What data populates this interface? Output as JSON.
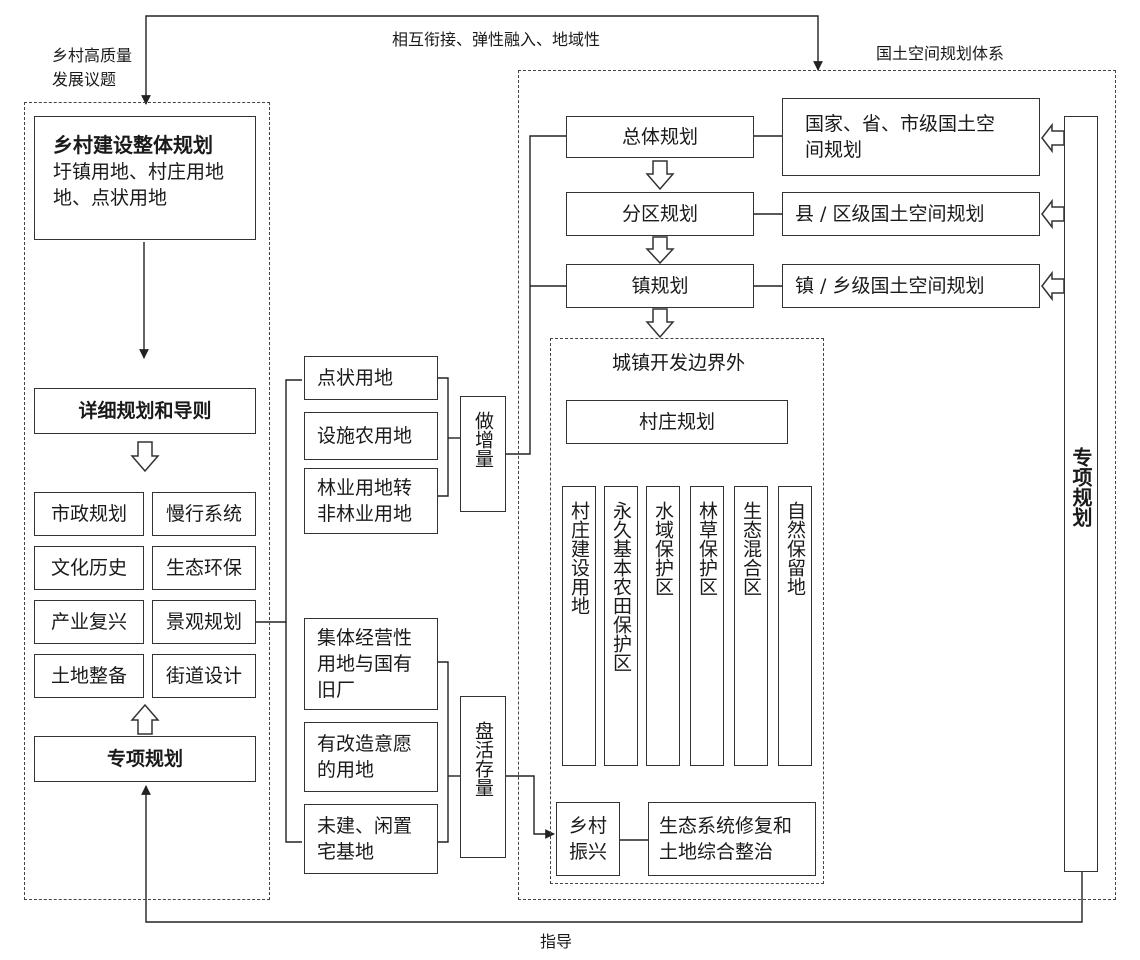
{
  "labels": {
    "top_left": [
      "乡村高质量",
      "发展议题"
    ],
    "top_arrow": "相互衔接、弹性融入、地域性",
    "right_system": "国土空间规划体系",
    "bottom": "指导"
  },
  "left_panel": {
    "main_title": "乡村建设整体规划",
    "main_sub": [
      "圩镇用地、村庄用地",
      "地、点状用地"
    ],
    "detail": "详细规划和导则",
    "grid": [
      "市政规划",
      "慢行系统",
      "文化历史",
      "生态环保",
      "产业复兴",
      "景观规划",
      "土地整备",
      "街道设计"
    ],
    "special": "专项规划"
  },
  "middle": {
    "upper": [
      "点状用地",
      "设施农用地",
      [
        "林业用地转",
        "非林业用地"
      ]
    ],
    "lower": [
      [
        "集体经营性",
        "用地与国有",
        "旧厂"
      ],
      [
        "有改造意愿",
        "的用地"
      ],
      [
        "未建、闲置",
        "宅基地"
      ]
    ],
    "increment": "做增量",
    "stock": "盘活存量"
  },
  "right_panel": {
    "chain": [
      "总体规划",
      "分区规划",
      "镇规划"
    ],
    "national": [
      "国家、省、市级国土空",
      "间规划"
    ],
    "county": "县 / 区级国土空间规划",
    "town": "镇 / 乡级国土空间规划",
    "special_vertical": "专项规划",
    "outside": {
      "title": "城镇开发边界外",
      "village_plan": "村庄规划",
      "columns": [
        "村庄建设用地",
        "永久基本农田保护区",
        "水域保护区",
        "林草保护区",
        "生态混合区",
        "自然保留地"
      ],
      "revival": "乡村振兴",
      "eco": [
        "生态系统修复和",
        "土地综合整治"
      ]
    }
  }
}
